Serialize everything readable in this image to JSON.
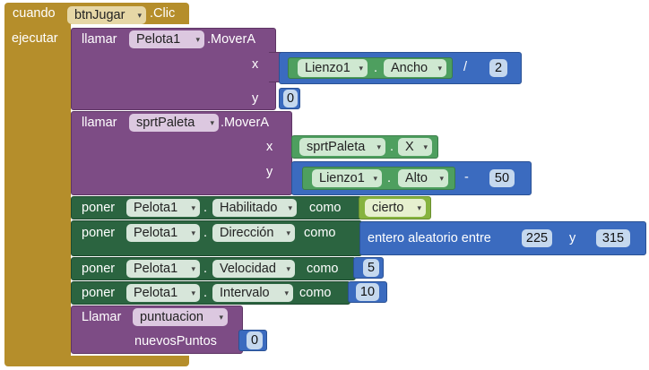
{
  "event": {
    "when": "cuando",
    "component": "btnJugar",
    "event_name": ".Clic",
    "do": "ejecutar"
  },
  "call1": {
    "call": "llamar",
    "component": "Pelota1",
    "method": ".MoverA",
    "x": "x",
    "y": "y"
  },
  "canvas_width": {
    "component": "Lienzo1",
    "dot": ".",
    "prop": "Ancho",
    "op": "/",
    "num": "2"
  },
  "y_zero": "0",
  "call2": {
    "call": "llamar",
    "component": "sprtPaleta",
    "method": ".MoverA",
    "x": "x",
    "y": "y"
  },
  "paddle_x": {
    "component": "sprtPaleta",
    "dot": ".",
    "prop": "X"
  },
  "canvas_height": {
    "component": "Lienzo1",
    "dot": ".",
    "prop": "Alto",
    "op": "-",
    "num": "50"
  },
  "set1": {
    "set": "poner",
    "component": "Pelota1",
    "dot": ".",
    "prop": "Habilitado",
    "to": "como",
    "value": "cierto"
  },
  "set2": {
    "set": "poner",
    "component": "Pelota1",
    "dot": ".",
    "prop": "Dirección",
    "to": "como"
  },
  "random": {
    "label": "entero aleatorio entre",
    "from": "225",
    "and": "y",
    "to": "315"
  },
  "set3": {
    "set": "poner",
    "component": "Pelota1",
    "dot": ".",
    "prop": "Velocidad",
    "to": "como",
    "value": "5"
  },
  "set4": {
    "set": "poner",
    "component": "Pelota1",
    "dot": ".",
    "prop": "Intervalo",
    "to": "como",
    "value": "10"
  },
  "call3": {
    "call": "Llamar",
    "procedure": "puntuacion",
    "param": "nuevosPuntos",
    "value": "0"
  },
  "dropdown_arrow": "▾",
  "colors": {
    "event": "#b58e2b",
    "component_call": "#7d4c85",
    "setter": "#2b6440",
    "getter": "#4e9f5f",
    "math": "#3b6bbf",
    "logic": "#86b33f"
  }
}
